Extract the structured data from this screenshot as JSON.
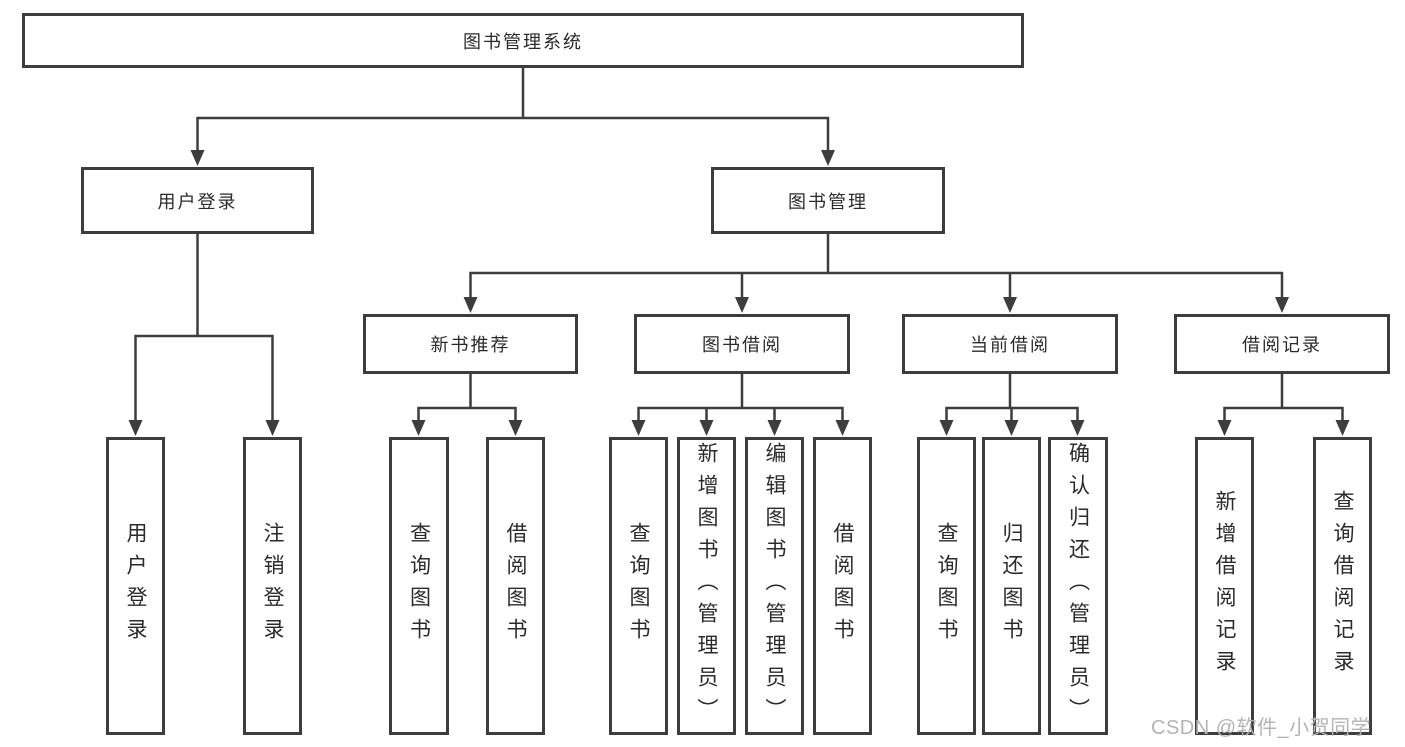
{
  "tree": {
    "label": "图书管理系统",
    "children": [
      {
        "label": "用户登录",
        "children": [
          {
            "label": "用户登录"
          },
          {
            "label": "注销登录"
          }
        ]
      },
      {
        "label": "图书管理",
        "children": [
          {
            "label": "新书推荐",
            "children": [
              {
                "label": "查询图书"
              },
              {
                "label": "借阅图书"
              }
            ]
          },
          {
            "label": "图书借阅",
            "children": [
              {
                "label": "查询图书"
              },
              {
                "label": "新增图书（管理员）"
              },
              {
                "label": "编辑图书（管理员）"
              },
              {
                "label": "借阅图书"
              }
            ]
          },
          {
            "label": "当前借阅",
            "children": [
              {
                "label": "查询图书"
              },
              {
                "label": "归还图书"
              },
              {
                "label": "确认归还（管理员）"
              }
            ]
          },
          {
            "label": "借阅记录",
            "children": [
              {
                "label": "新增借阅记录"
              },
              {
                "label": "查询借阅记录"
              }
            ]
          }
        ]
      }
    ]
  },
  "watermark": {
    "text": "CSDN @软件_小贺同学"
  },
  "colors": {
    "line": "#3d3d3d",
    "text": "#2b2b2b",
    "watermark": "#b4b4b4",
    "background": "#ffffff"
  }
}
